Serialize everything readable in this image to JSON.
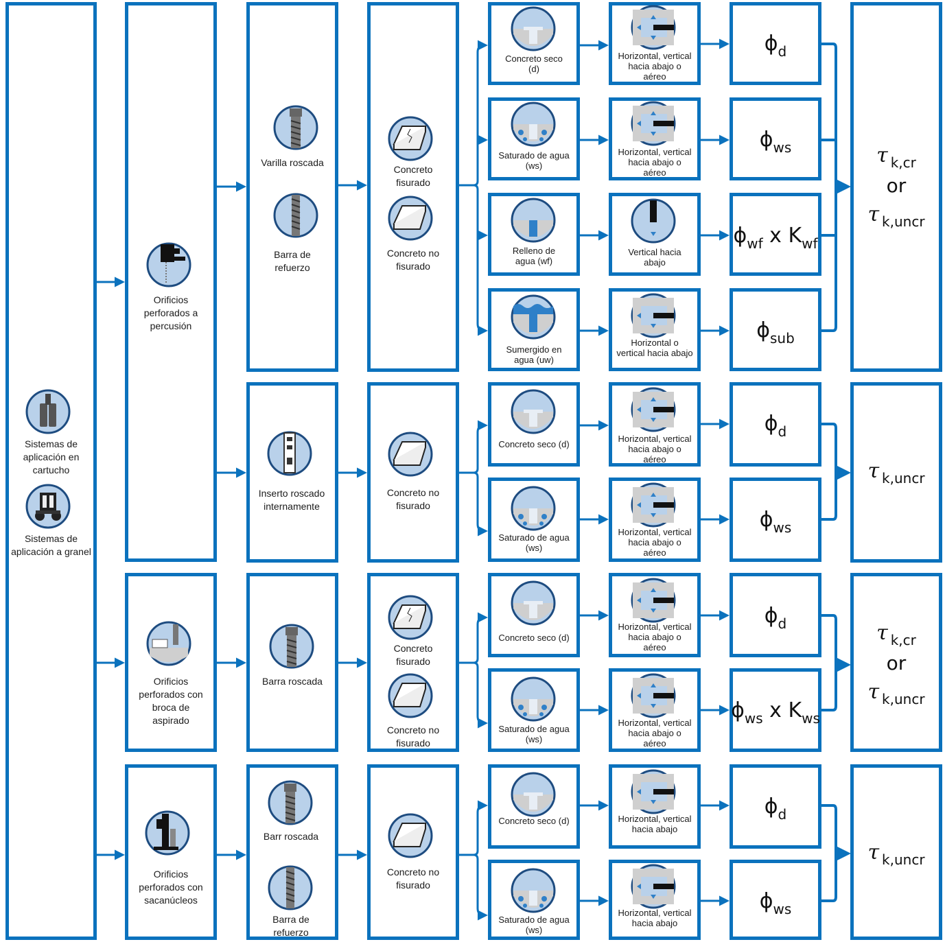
{
  "colors": {
    "accent": "#0b72bd",
    "icon_fill": "#b9d1ea",
    "icon_stroke": "#1e4c80",
    "water": "#2f80c8",
    "gravel": "#cfcfcf"
  },
  "col1": {
    "cartridge_label": "Sistemas de aplicación en cartucho",
    "bulk_label": "Sistemas de aplicación a granel"
  },
  "drilling": {
    "hammer": "Orificios perforados a percusión",
    "hollow": "Orificios perforados con broca de aspirado",
    "core": "Orificios perforados con sacanúcleos"
  },
  "elements": {
    "g1_a": "Varilla roscada",
    "g1_b": "Barra de refuerzo",
    "g2": "Inserto roscado internamente",
    "g3": "Barra roscada",
    "g4_a": "Barr roscada",
    "g4_b": "Barra de refuerzo"
  },
  "concrete": {
    "cracked": "Concreto fisurado",
    "uncracked": "Concreto no fisurado",
    "g3_cracked": "Concreto fisurado",
    "g3_uncracked": "Concreto no fisurado"
  },
  "conditions": {
    "g1_dry": "Concreto seco (d)",
    "g1_ws": "Saturado de agua (ws)",
    "g1_wf": "Relleno de agua (wf)",
    "g1_uw": "Sumergido en agua (uw)",
    "g2_dry": "Concreto seco (d)",
    "g2_ws": "Saturado de agua (ws)",
    "g3_dry": "Concreto seco (d)",
    "g3_ws": "Saturado de agua (ws)",
    "g4_dry": "Concreto seco (d)",
    "g4_ws": "Saturado de agua (ws)"
  },
  "orientation": {
    "hva": "Horizontal, vertical hacia abajo o aéreo",
    "vdown": "Vertical hacia abajo",
    "hvd": "Horizontal o vertical hacia abajo",
    "hv_abajo": "Horizontal, vertical hacia abajo"
  },
  "factors": {
    "phi": "ϕ",
    "d": "d",
    "ws": "ws",
    "wf": "wf",
    "sub": "sub",
    "times": " x K",
    "kwf": "wf",
    "kws": "ws"
  },
  "results": {
    "tau": "τ",
    "kcr": "k,cr",
    "kuncr": "k,uncr",
    "or": "or"
  },
  "icons": [
    "cartridge-icon",
    "bulk-pump-icon",
    "hammer-drill-icon",
    "vacuum-drill-icon",
    "core-drill-icon",
    "threaded-rod-icon",
    "rebar-icon",
    "threaded-insert-icon",
    "cracked-concrete-icon",
    "uncracked-concrete-icon",
    "dry-concrete-icon",
    "water-saturated-icon",
    "water-filled-icon",
    "submerged-icon",
    "orientation-all-icon",
    "vertical-down-icon",
    "horizontal-down-icon"
  ]
}
